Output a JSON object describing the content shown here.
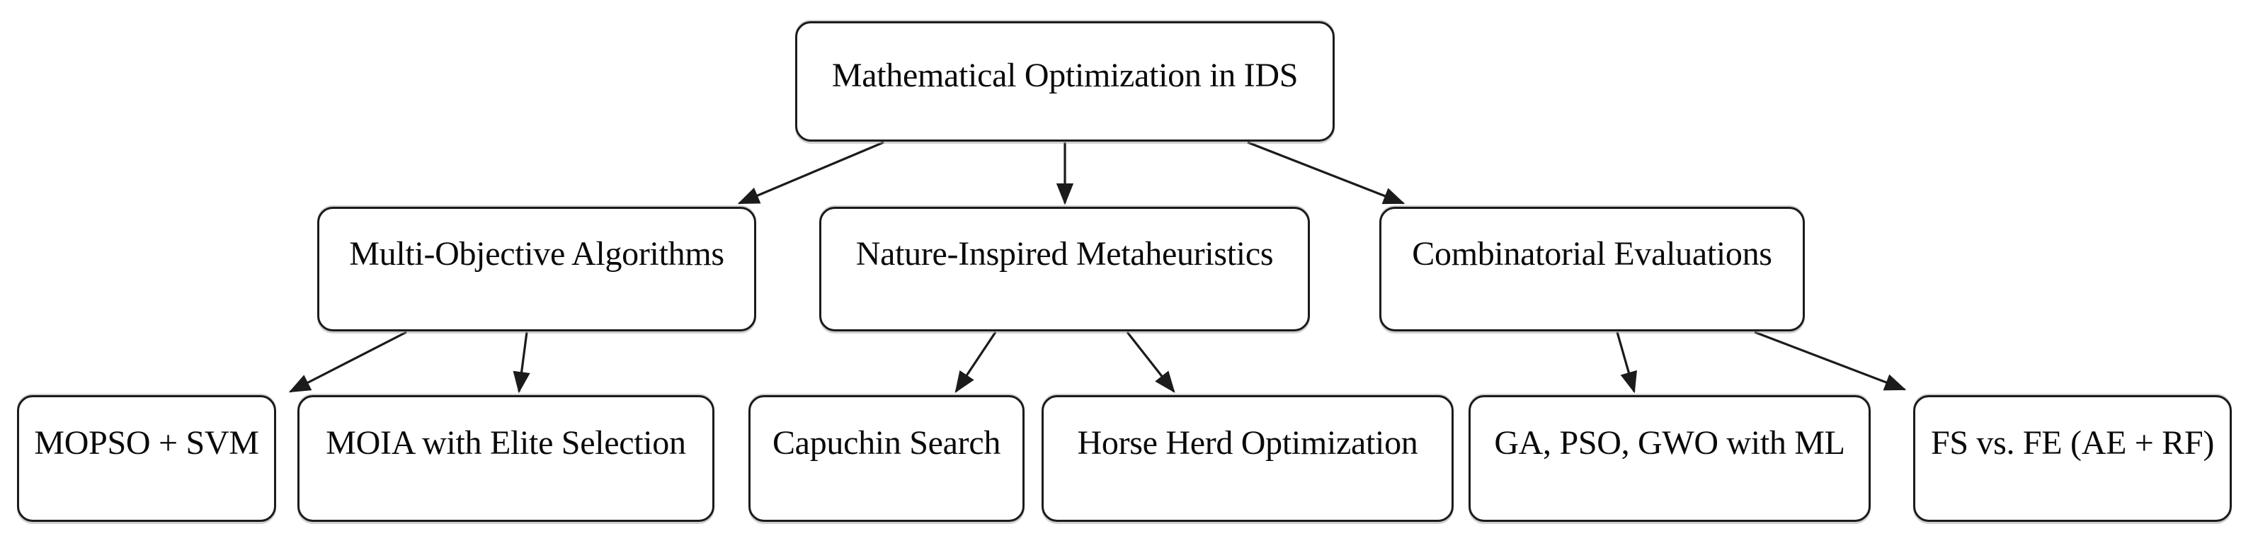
{
  "diagram": {
    "type": "flowchart",
    "title": "Mathematical Optimization in IDS taxonomy",
    "colors": {
      "background": "#ffffff",
      "box_fill": "#ffffff",
      "box_border": "#1b1b1b",
      "arrow": "#1b1b1b",
      "text": "#0a0a0a"
    },
    "nodes": {
      "root": {
        "label": "Mathematical Optimization in IDS",
        "level": 1
      },
      "moa": {
        "label": "Multi-Objective Algorithms",
        "level": 2
      },
      "nim": {
        "label": "Nature-Inspired Metaheuristics",
        "level": 2
      },
      "ce": {
        "label": "Combinatorial Evaluations",
        "level": 2
      },
      "mopso": {
        "label": "MOPSO + SVM",
        "level": 3
      },
      "moia": {
        "label": "MOIA with Elite Selection",
        "level": 3
      },
      "capuchin": {
        "label": "Capuchin Search",
        "level": 3
      },
      "horse": {
        "label": "Horse Herd Optimization",
        "level": 3
      },
      "ga": {
        "label": "GA, PSO, GWO with ML",
        "level": 3
      },
      "fsfe": {
        "label": "FS vs. FE (AE + RF)",
        "level": 3
      }
    },
    "edges": [
      {
        "from": "root",
        "to": "moa"
      },
      {
        "from": "root",
        "to": "nim"
      },
      {
        "from": "root",
        "to": "ce"
      },
      {
        "from": "moa",
        "to": "mopso"
      },
      {
        "from": "moa",
        "to": "moia"
      },
      {
        "from": "nim",
        "to": "capuchin"
      },
      {
        "from": "nim",
        "to": "horse"
      },
      {
        "from": "ce",
        "to": "ga"
      },
      {
        "from": "ce",
        "to": "fsfe"
      }
    ]
  }
}
